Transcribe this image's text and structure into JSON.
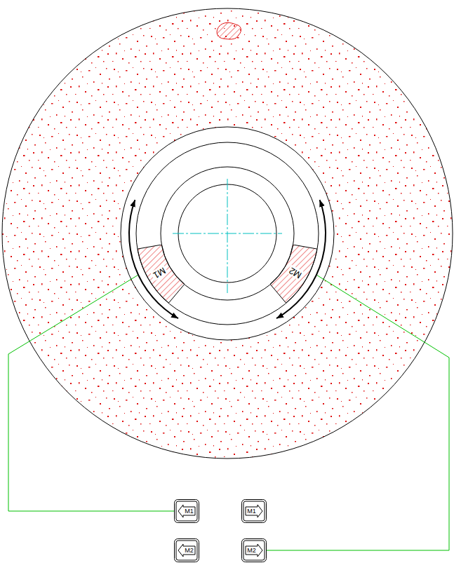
{
  "diagram": {
    "nodes": [
      {
        "text": [
          "M1"
        ]
      },
      {
        "text": [
          "M2"
        ]
      },
      {
        "text": [
          "M1"
        ]
      },
      {
        "text": [
          "M1"
        ]
      },
      {
        "text": [
          "M2"
        ]
      },
      {
        "text": [
          "M2"
        ]
      }
    ],
    "edges": [
      {
        "from": 0,
        "to": 2,
        "arrow": "none"
      },
      {
        "from": 1,
        "to": 5,
        "arrow": "none"
      }
    ]
  }
}
